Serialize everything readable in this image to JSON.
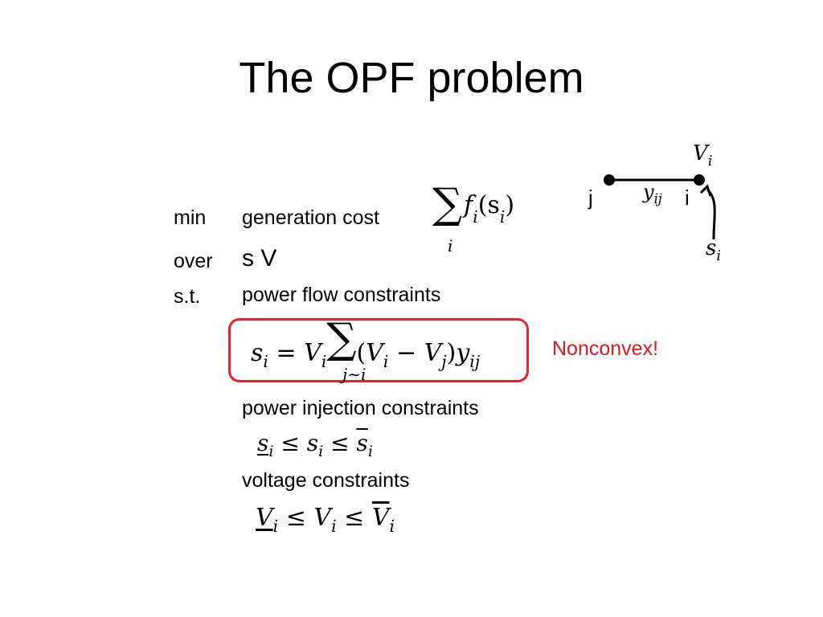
{
  "title": "The OPF problem",
  "labels": {
    "min": "min",
    "over": "over",
    "st": "s.t."
  },
  "objective": {
    "text": "generation cost",
    "formula_sum_index": "i",
    "formula_body": "f",
    "formula_sub": "i",
    "formula_arg": "(s",
    "formula_arg_sub": "i",
    "formula_close": ")"
  },
  "variables": "s V",
  "constraints": {
    "power_flow": "power flow constraints",
    "power_injection": "power injection constraints",
    "voltage": "voltage constraints",
    "nonconvex_note": "Nonconvex!"
  },
  "diagram": {
    "node_j": "j",
    "node_i": "i",
    "edge_label": "y",
    "edge_label_sub": "ij",
    "top_label": "V",
    "top_label_sub": "i",
    "bottom_label": "s",
    "bottom_label_sub": "i"
  },
  "colors": {
    "accent_red": "#e0191e",
    "box_border": "#e5232c",
    "text": "#000000"
  }
}
